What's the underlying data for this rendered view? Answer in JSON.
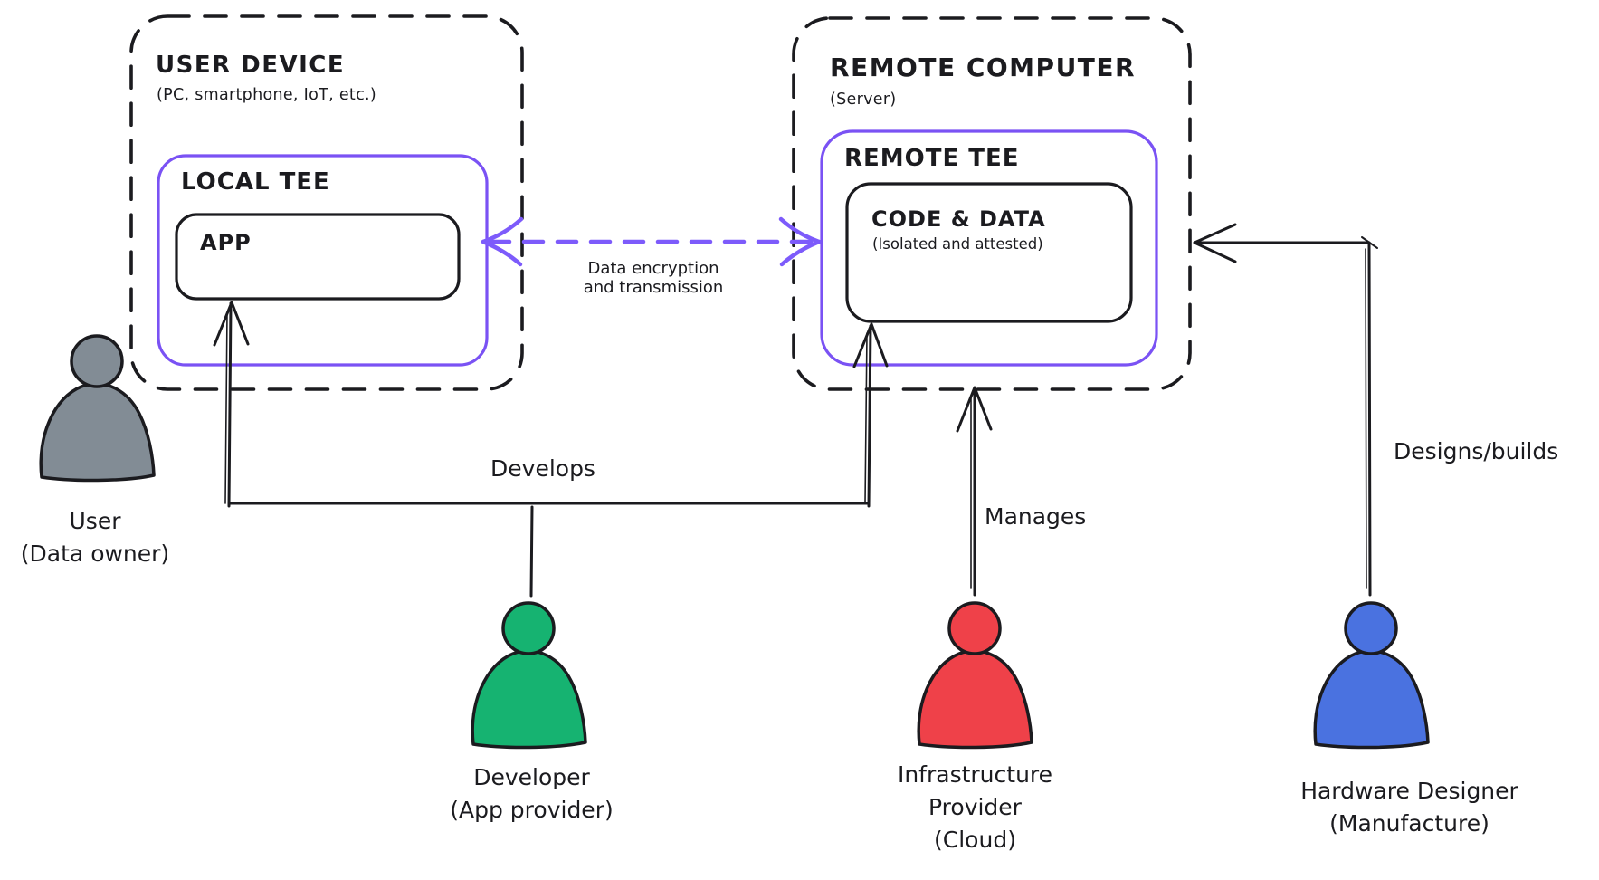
{
  "colors": {
    "ink": "#1b1b1f",
    "tee_purple": "#7a52f4",
    "arrow_purple": "#7d5bfb",
    "user_gray": "#828c95",
    "developer_green": "#16b371",
    "infrastructure_red": "#ef4149",
    "hardware_blue": "#4a72e0"
  },
  "boxes": {
    "user_device": {
      "title": "USER DEVICE",
      "subtitle": "(PC, smartphone, IoT, etc.)"
    },
    "local_tee": {
      "title": "LOCAL TEE"
    },
    "app": {
      "title": "APP"
    },
    "remote_computer": {
      "title": "REMOTE COMPUTER",
      "subtitle": "(Server)"
    },
    "remote_tee": {
      "title": "REMOTE TEE"
    },
    "code_data": {
      "title": "CODE & DATA",
      "subtitle": "(Isolated and attested)"
    }
  },
  "edges": {
    "encryption": {
      "line1": "Data encryption",
      "line2": "and transmission"
    },
    "develops": {
      "label": "Develops"
    },
    "manages": {
      "label": "Manages"
    },
    "designs": {
      "label": "Designs/builds"
    }
  },
  "actors": {
    "user": {
      "name": "User",
      "role": "(Data owner)",
      "color": "#828c95"
    },
    "developer": {
      "name": "Developer",
      "role": "(App provider)",
      "color": "#16b371"
    },
    "infrastructure": {
      "name_line1": "Infrastructure",
      "name_line2": "Provider",
      "role": "(Cloud)",
      "color": "#ef4149"
    },
    "hardware": {
      "name": "Hardware Designer",
      "role": "(Manufacture)",
      "color": "#4a72e0"
    }
  }
}
